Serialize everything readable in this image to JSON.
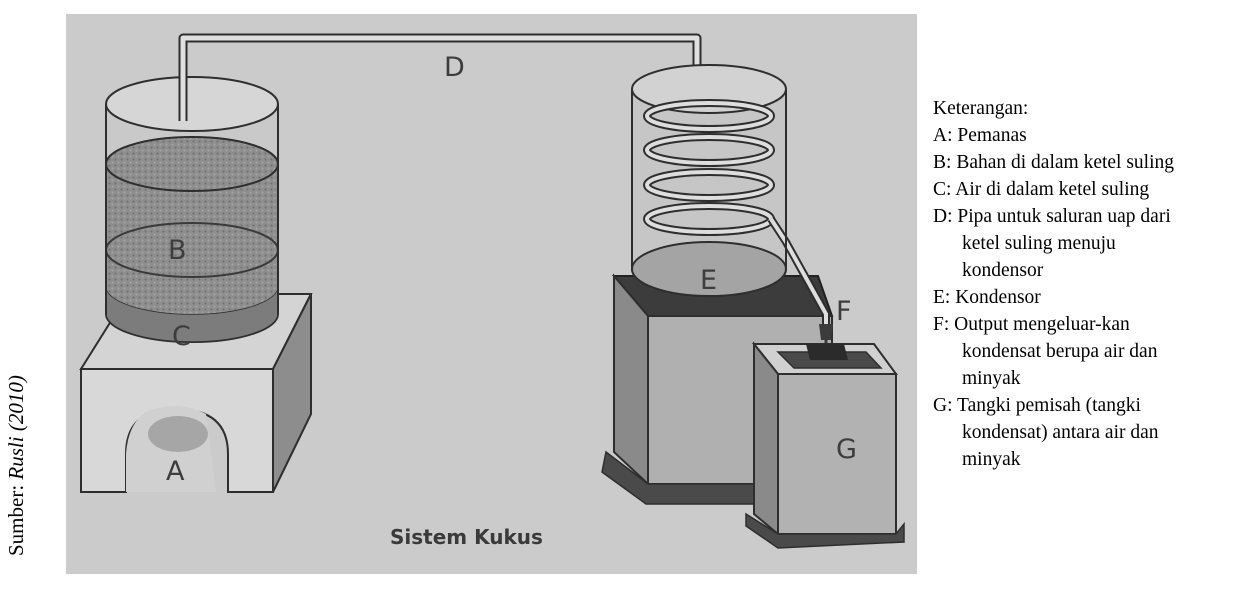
{
  "diagram": {
    "caption": "Sistem Kukus",
    "labels": {
      "A": "A",
      "B": "B",
      "C": "C",
      "D": "D",
      "E": "E",
      "F": "F",
      "G": "G"
    }
  },
  "source": {
    "prefix": "Sumber: ",
    "author_year": "Rusli (2010)"
  },
  "legend": {
    "title": "Keterangan:",
    "items": [
      {
        "key": "A:",
        "text": "Pemanas",
        "cont": []
      },
      {
        "key": "B:",
        "text": "Bahan di dalam ketel suling",
        "cont": []
      },
      {
        "key": "C:",
        "text": "Air di dalam ketel suling",
        "cont": []
      },
      {
        "key": "D:",
        "text": "Pipa untuk saluran uap dari",
        "cont": [
          "ketel suling menuju",
          "kondensor"
        ]
      },
      {
        "key": "E:",
        "text": "Kondensor",
        "cont": []
      },
      {
        "key": "F:",
        "text": "Output mengeluar-kan",
        "cont": [
          "kondensat berupa air dan",
          "minyak"
        ]
      },
      {
        "key": "G:",
        "text": "Tangki pemisah (tangki",
        "cont": [
          "kondensat) antara air dan",
          "minyak"
        ]
      }
    ]
  }
}
